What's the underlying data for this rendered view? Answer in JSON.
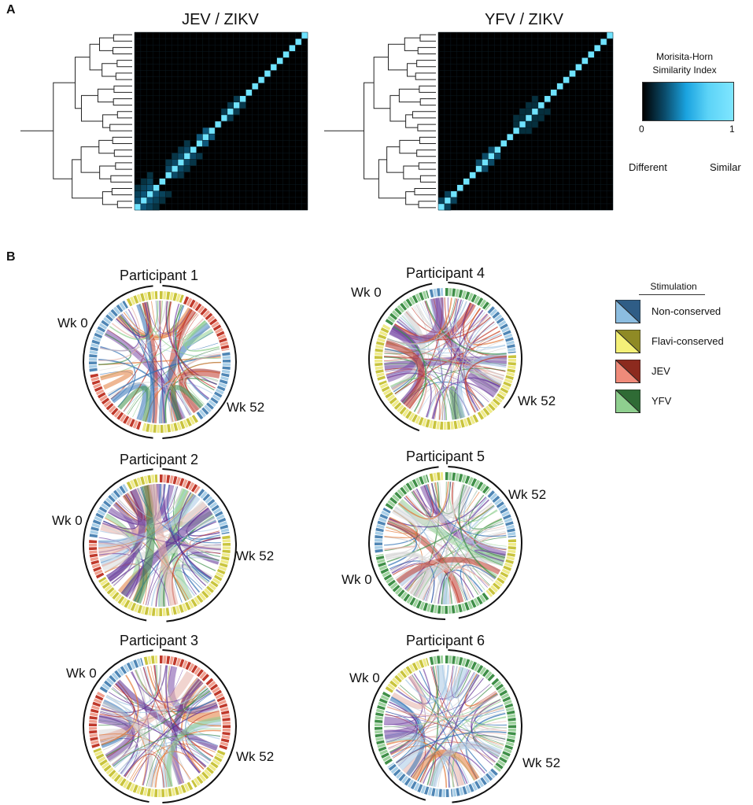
{
  "panel_a": {
    "letter": "A",
    "heatmaps": [
      {
        "title": "JEV / ZIKV",
        "variant": "jev"
      },
      {
        "title": "YFV / ZIKV",
        "variant": "yfv"
      }
    ],
    "legend": {
      "title_line1": "Morisita-Horn",
      "title_line2": "Similarity Index",
      "tick_min": "0",
      "tick_max": "1",
      "label_min": "Different",
      "label_max": "Similar",
      "colors": [
        "#000000",
        "#1aa3e0",
        "#7fe6ff"
      ]
    }
  },
  "panel_b": {
    "letter": "B",
    "participants": [
      {
        "title": "Participant 1",
        "wk0": "Wk 0",
        "wk52": "Wk 52"
      },
      {
        "title": "Participant 2",
        "wk0": "Wk 0",
        "wk52": "Wk 52"
      },
      {
        "title": "Participant 3",
        "wk0": "Wk 0",
        "wk52": "Wk 52"
      },
      {
        "title": "Participant 4",
        "wk0": "Wk 0",
        "wk52": "Wk 52"
      },
      {
        "title": "Participant 5",
        "wk0": "Wk 0",
        "wk52": "Wk 52"
      },
      {
        "title": "Participant 6",
        "wk0": "Wk 0",
        "wk52": "Wk 52"
      }
    ],
    "stimulation_legend": {
      "title": "Stimulation",
      "items": [
        {
          "label": "Non-conserved",
          "light": "#8cbde0",
          "dark": "#2f5d86"
        },
        {
          "label": "Flavi-conserved",
          "light": "#f4f078",
          "dark": "#8f8a25"
        },
        {
          "label": "JEV",
          "light": "#ef8b7a",
          "dark": "#8c2a1e"
        },
        {
          "label": "YFV",
          "light": "#8fcf8f",
          "dark": "#2f6b35"
        }
      ]
    }
  }
}
